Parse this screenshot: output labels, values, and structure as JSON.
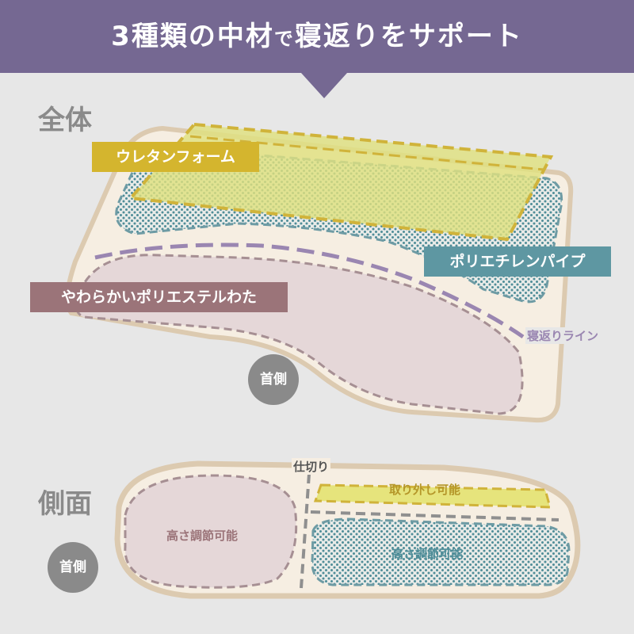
{
  "header": {
    "title_part1": "3種類の中材",
    "title_small": "で",
    "title_part2": "寝返りをサポート"
  },
  "overall": {
    "section_label": "全体",
    "urethane_label": "ウレタンフォーム",
    "pipe_label": "ポリエチレンパイプ",
    "cotton_label": "やわらかいポリエステルわた",
    "turn_line_label": "寝返りライン",
    "neck_label": "首側"
  },
  "side": {
    "section_label": "側面",
    "divider_label": "仕切り",
    "removable_label": "取り外し可能",
    "left_adjust_label": "高さ調節可能",
    "right_adjust_label": "高さ調節可能",
    "neck_label": "首側"
  },
  "colors": {
    "banner": "#756892",
    "urethane": "#d4b52e",
    "pipe": "#5e97a2",
    "cotton": "#9b7479",
    "turn_line": "#9a86b1",
    "pillow_fill": "#f6eee2",
    "pillow_border": "#dccab0"
  }
}
